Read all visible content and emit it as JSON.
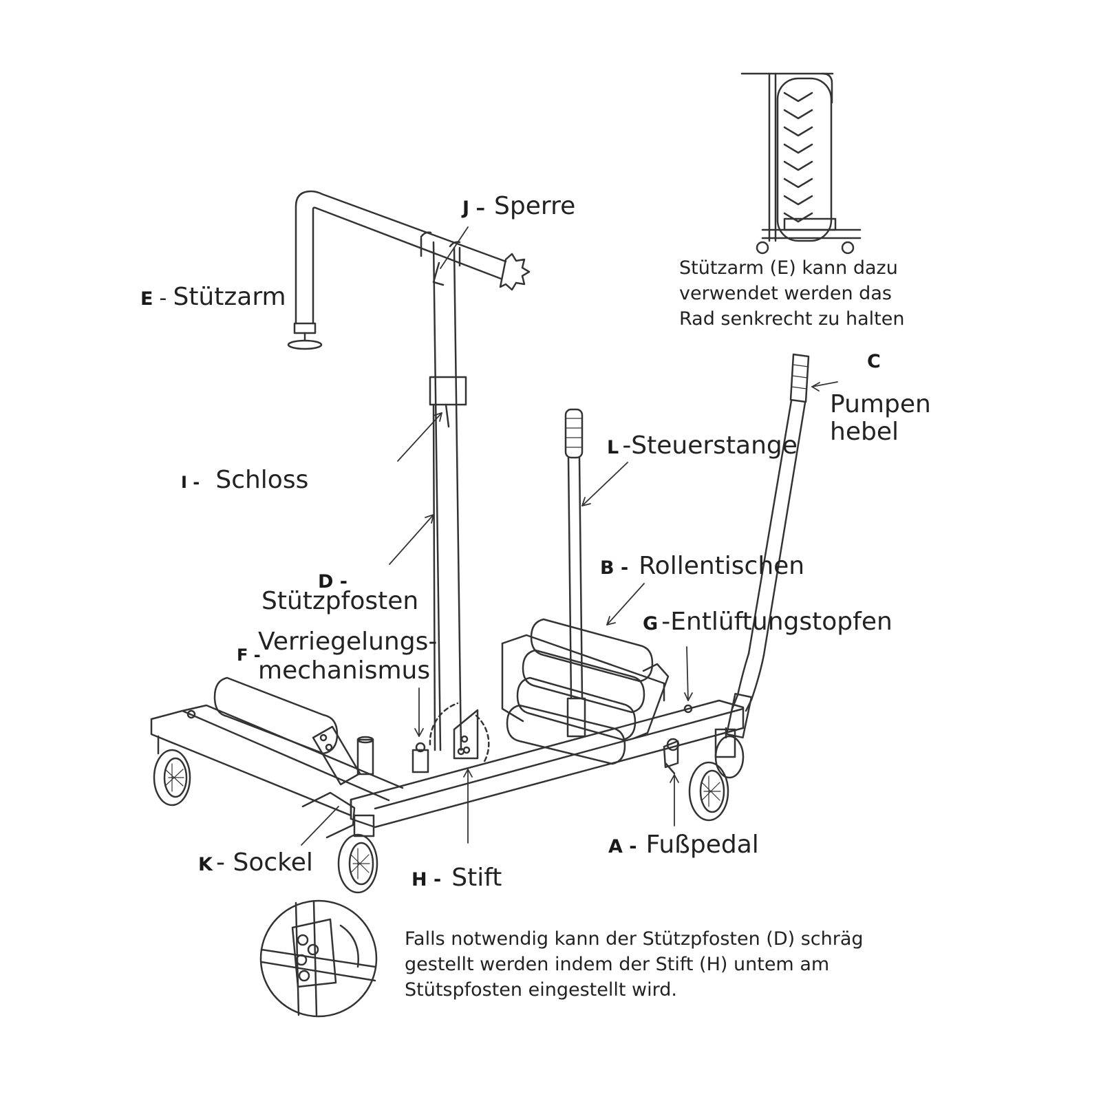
{
  "labels": {
    "J": {
      "letter": "J –",
      "name": "Sperre"
    },
    "E": {
      "letter": "E",
      "sep": "-",
      "name": "Stützarm"
    },
    "C": {
      "letter": "C",
      "name_line1": "Pumpen",
      "name_line2": "hebel"
    },
    "L": {
      "letter": "L",
      "name": "-Steuerstange"
    },
    "I": {
      "letter": "I -",
      "name": "Schloss"
    },
    "B": {
      "letter": "B -",
      "name": "Rollentischen"
    },
    "D": {
      "letter": "D -",
      "name": "Stützpfosten"
    },
    "G": {
      "letter": "G",
      "name": "-Entlüftungstopfen"
    },
    "F": {
      "letter": "F -",
      "name_line1": "Verriegelungs-",
      "name_line2": "mechanismus"
    },
    "A": {
      "letter": "A -",
      "name": "Fußpedal"
    },
    "K": {
      "letter": "K",
      "name": "- Sockel"
    },
    "H": {
      "letter": "H -",
      "name": "Stift"
    }
  },
  "notes": {
    "top": [
      "Stützarm (E) kann dazu",
      "verwendet werden das",
      "Rad senkrecht zu halten"
    ],
    "bottom": [
      "Falls notwendig kann der Stützpfosten (D) schräg",
      "gestellt werden indem der Stift (H) untem am",
      "Stütspfosten eingestellt wird."
    ]
  },
  "colors": {
    "line": "#333333",
    "text": "#222222",
    "background": "#ffffff"
  }
}
